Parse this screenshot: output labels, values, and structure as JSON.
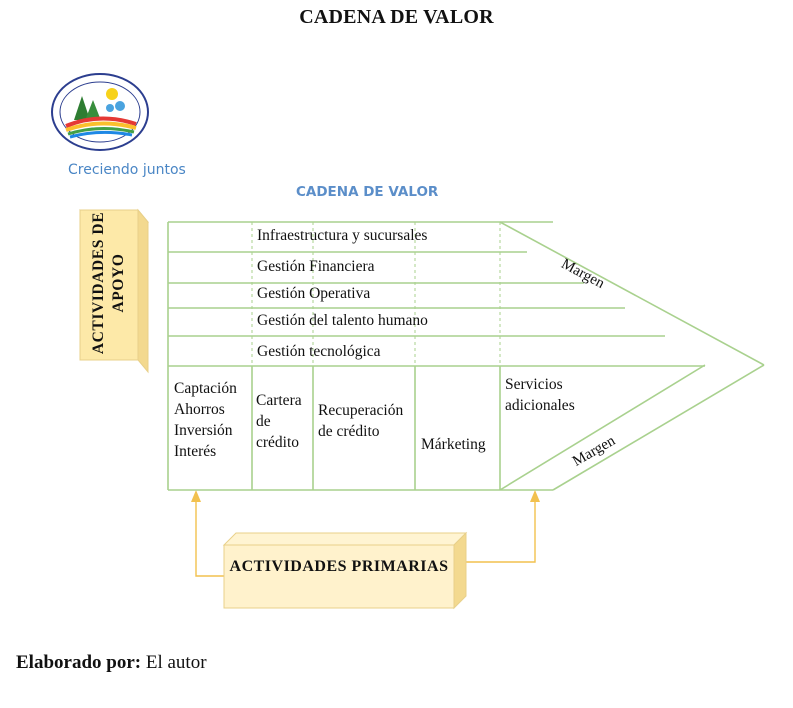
{
  "title": "CADENA DE VALOR",
  "logo": {
    "icon": "cooperative-logo-icon",
    "tagline": "Creciendo juntos"
  },
  "diagram": {
    "subtitle": "CADENA DE VALOR",
    "support_label": "ACTIVIDADES DE APOYO",
    "support_rows": [
      "Infraestructura y sucursales",
      "Gestión Financiera",
      "Gestión Operativa",
      "Gestión del talento humano",
      "Gestión tecnológica"
    ],
    "primary_activities": [
      "Captación Ahorros Inversión Interés",
      "Cartera de crédito",
      "Recuperación de crédito",
      "Márketing",
      "Servicios adicionales"
    ],
    "margin_label": "Margen",
    "primary_label": "ACTIVIDADES PRIMARIAS"
  },
  "footer": {
    "prefix": "Elaborado por:",
    "text": "El autor"
  },
  "colors": {
    "chain_lines": "#a9d18e",
    "box_fill": "#fde9a8",
    "box_face": "#fff2cc",
    "arrow": "#f2c14e",
    "subtitle": "#5b8ec9",
    "tagline": "#4a86c5"
  }
}
